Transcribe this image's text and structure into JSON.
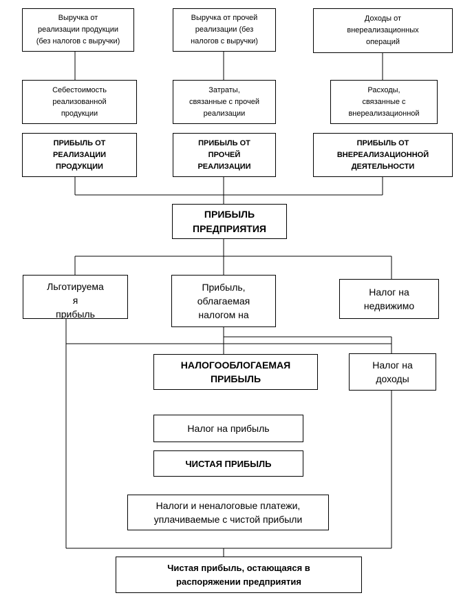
{
  "diagram": {
    "revenue_products": "Выручка от\nреализации продукции\n(без налогов с выручки)",
    "revenue_other": "Выручка от прочей\nреализации (без\nналогов с выручки)",
    "income_nonoperating": "Доходы от\nвнереализационных\nопераций",
    "cost_products": "Себестоимость\nреализованной\nпродукции",
    "costs_other": "Затраты,\nсвязанные с прочей\nреализации",
    "expenses_nonoperating": "Расходы,\nсвязанные с\nвнереализационной",
    "profit_products": "ПРИБЫЛЬ ОТ\nРЕАЛИЗАЦИИ\nПРОДУКЦИИ",
    "profit_other": "ПРИБЫЛЬ ОТ\nПРОЧЕЙ\nРЕАЛИЗАЦИИ",
    "profit_nonoperating": "ПРИБЫЛЬ ОТ\nВНЕРЕАЛИЗАЦИОННОЙ\nДЕЯТЕЛЬНОСТИ",
    "enterprise_profit": "ПРИБЫЛЬ\nПРЕДПРИЯТИЯ",
    "preferential_profit": "Льготируема\nя\nприбыль",
    "taxable_income_profit": "Прибыль,\nоблагаемая\nналогом на",
    "property_tax": "Налог на\nнедвижимо",
    "taxable_profit": "НАЛОГООБЛОГАЕМАЯ\nПРИБЫЛЬ",
    "income_tax_box": "Налог на\nдоходы",
    "profit_tax": "Налог на прибыль",
    "net_profit": "ЧИСТАЯ ПРИБЫЛЬ",
    "taxes_from_net": "Налоги и неналоговые платежи,\nуплачиваемые с чистой прибыли",
    "retained_net_profit": "Чистая прибыль, остающаяся в\nраспоряжении предприятия"
  }
}
